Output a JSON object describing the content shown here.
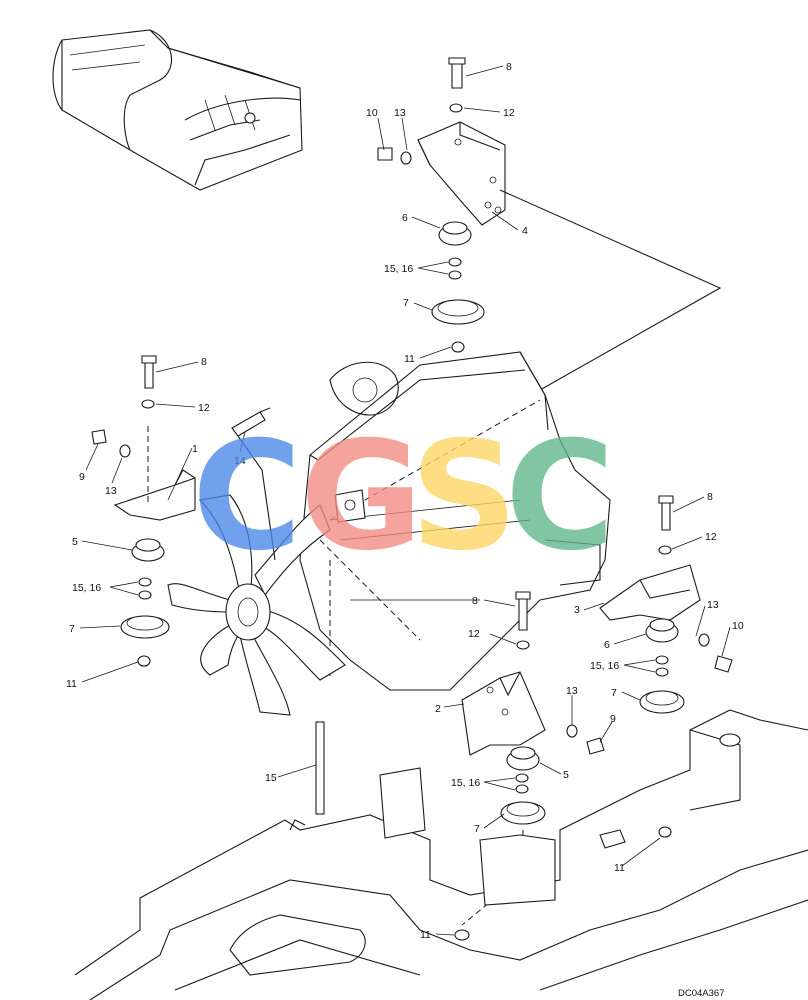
{
  "diagram": {
    "drawing_code": "DC04A367",
    "watermark": {
      "letters": [
        {
          "char": "C",
          "color": "#4a86e8"
        },
        {
          "char": "G",
          "color": "#f28b82"
        },
        {
          "char": "S",
          "color": "#fdd663"
        },
        {
          "char": "C",
          "color": "#5fb58a"
        }
      ]
    },
    "callouts": {
      "c1": "1",
      "c2": "2",
      "c3": "3",
      "c4": "4",
      "c5a": "5",
      "c5b": "5",
      "c6a": "6",
      "c6b": "6",
      "c7a": "7",
      "c7b": "7",
      "c7c": "7",
      "c7d": "7",
      "c8a": "8",
      "c8b": "8",
      "c8c": "8",
      "c8d": "8",
      "c9a": "9",
      "c9b": "9",
      "c10a": "10",
      "c10b": "10",
      "c11a": "11",
      "c11b": "11",
      "c11c": "11",
      "c11d": "11",
      "c12a": "12",
      "c12b": "12",
      "c12c": "12",
      "c12d": "12",
      "c13a": "13",
      "c13b": "13",
      "c13c": "13",
      "c13d": "13",
      "c14": "14",
      "c15": "15",
      "c1516a": "15, 16",
      "c1516b": "15, 16",
      "c1516c": "15, 16",
      "c1516d": "15, 16"
    }
  }
}
